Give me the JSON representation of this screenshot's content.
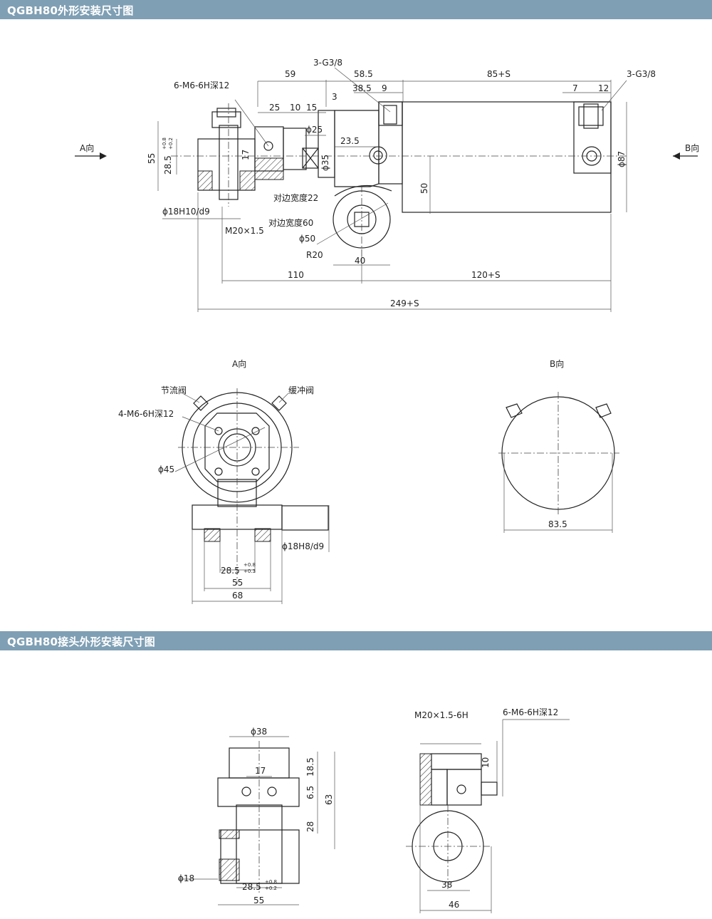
{
  "headers": {
    "section1": "QGBH80外形安装尺寸图",
    "section2": "QGBH80接头外形安装尺寸图"
  },
  "front_view": {
    "view_a_arrow": "A向",
    "view_b_arrow": "B向",
    "port_left": "3-G3/8",
    "port_right": "3-G3/8",
    "thread_holes": "6-M6-6H深12",
    "dim_59": "59",
    "dim_58_5": "58.5",
    "dim_85s": "85+S",
    "dim_38_5": "38.5",
    "dim_9": "9",
    "dim_7": "7",
    "dim_12": "12",
    "dim_3": "3",
    "dim_25": "25",
    "dim_10": "10",
    "dim_15": "15",
    "dim_phi25": "ϕ25",
    "dim_23_5": "23.5",
    "dim_phi35": "ϕ35",
    "dim_55": "55",
    "dim_28_5": "28.5",
    "tol_upper": "+0.8",
    "tol_lower": "+0.2",
    "dim_17": "17",
    "across_flats_22": "对边宽度22",
    "across_flats_60": "对边宽度60",
    "dim_phi18": "ϕ18H10/d9",
    "dim_m20": "M20×1.5",
    "dim_phi50": "ϕ50",
    "dim_r20": "R20",
    "dim_40": "40",
    "dim_50": "50",
    "dim_phi87": "ϕ87",
    "dim_110": "110",
    "dim_120s": "120+S",
    "dim_249s": "249+S"
  },
  "view_a": {
    "title": "A向",
    "throttle": "节流阀",
    "buffer": "缓冲阀",
    "holes": "4-M6-6H深12",
    "dim_phi45": "ϕ45",
    "dim_phi18": "ϕ18H8/d9",
    "dim_28_5": "28.5",
    "tol_upper": "+0.8",
    "tol_lower": "+0.3",
    "dim_55": "55",
    "dim_68": "68"
  },
  "view_b": {
    "title": "B向",
    "dim_83_5": "83.5"
  },
  "joint_front": {
    "dim_phi38": "ϕ38",
    "dim_17": "17",
    "dim_18_5": "18.5",
    "dim_6_5": "6.5",
    "dim_63": "63",
    "dim_28": "28",
    "dim_phi18": "ϕ18",
    "dim_28_5": "28.5",
    "tol_upper": "+0.8",
    "tol_lower": "+0.2",
    "dim_55": "55"
  },
  "joint_side": {
    "thread": "M20×1.5-6H",
    "holes": "6-M6-6H深12",
    "dim_10": "10",
    "dim_38": "38",
    "dim_46": "46"
  }
}
